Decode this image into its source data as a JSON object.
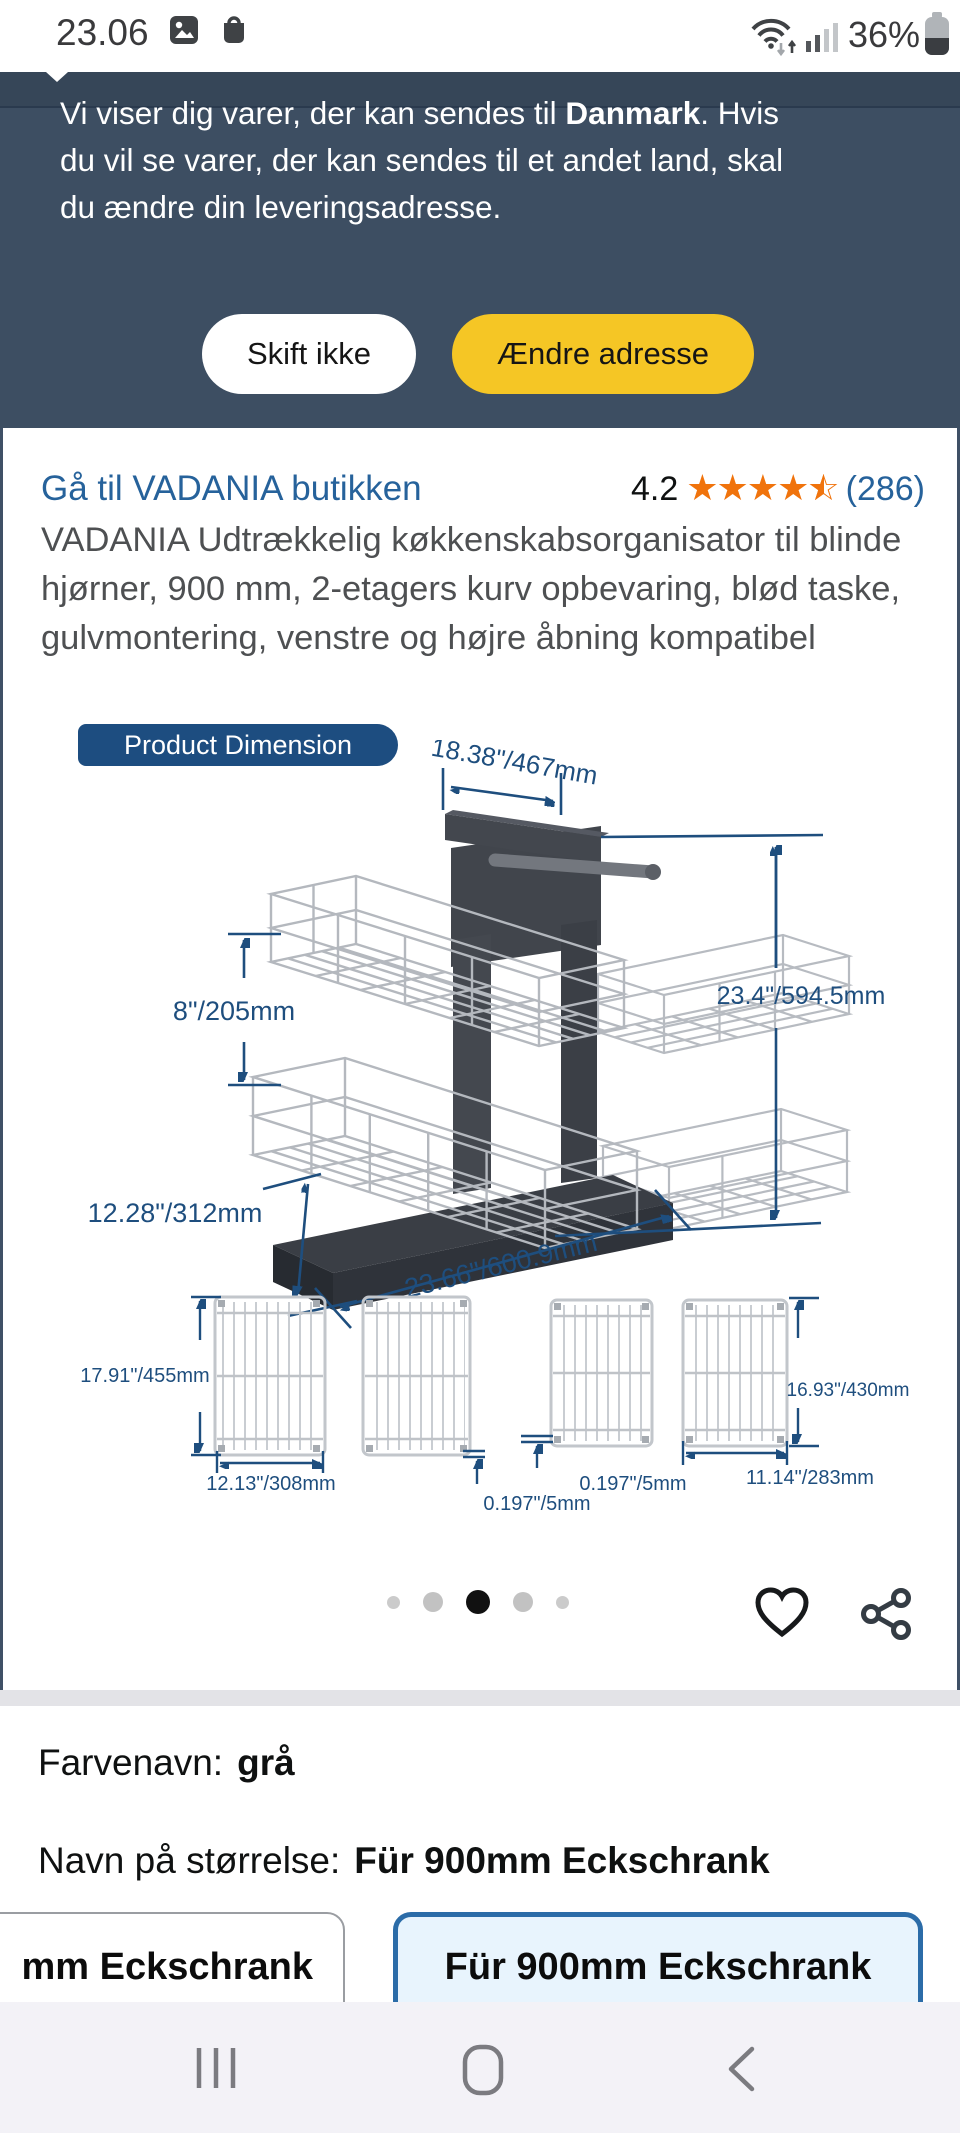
{
  "status": {
    "time": "23.06",
    "battery_pct": "36%"
  },
  "banner": {
    "l1a": "Vi viser dig varer, der kan sendes til ",
    "l1b": "Danmark",
    "l1c": ". Hvis",
    "l2": "du vil se varer, der kan sendes til et andet land, skal",
    "l3": "du ændre din leveringsadresse.",
    "keep_label": "Skift ikke",
    "change_label": "Ændre adresse"
  },
  "product": {
    "store_link": "Gå til VADANIA butikken",
    "rating": "4.2",
    "stars_full": "★★★★",
    "star_half_fill": "★",
    "star_half_empty": "☆",
    "reviews": "(286)",
    "title": "VADANIA Udtrækkelig køkkenskabsorganisator til blinde hjørner, 900 mm, 2-etagers kurv opbevaring, blød taske, gulvmontering, venstre og højre åbning kompatibel"
  },
  "image": {
    "badge": "Product Dimension",
    "dims": {
      "top": "18.38\"/467mm",
      "tier_gap": "8\"/205mm",
      "total_height": "23.4\"/594.5mm",
      "depth": "12.28\"/312mm",
      "width": "23.66\"/600.9mm",
      "p1_h": "17.91\"/455mm",
      "p1_w": "12.13\"/308mm",
      "p2_t": "0.197\"/5mm",
      "p3_t": "0.197\"/5mm",
      "p4_w": "11.14\"/283mm",
      "p4_h": "16.93\"/430mm"
    }
  },
  "options": {
    "color_label": "Farvenavn:",
    "color_value": "grå",
    "size_label": "Navn på størrelse:",
    "size_value": "Für 900mm Eckschrank",
    "size_option_left": "mm Eckschrank",
    "size_option_right": "Für 900mm Eckschrank"
  },
  "colors": {
    "banner_bg": "#3d4e62",
    "accent_yellow": "#f5c625",
    "link_blue": "#26629b",
    "star_orange": "#f0730c",
    "dim_navy": "#1e4e7e",
    "badge_navy": "#1d4d80",
    "selected_border": "#2b6ca8",
    "selected_bg": "#e8f4fd"
  }
}
